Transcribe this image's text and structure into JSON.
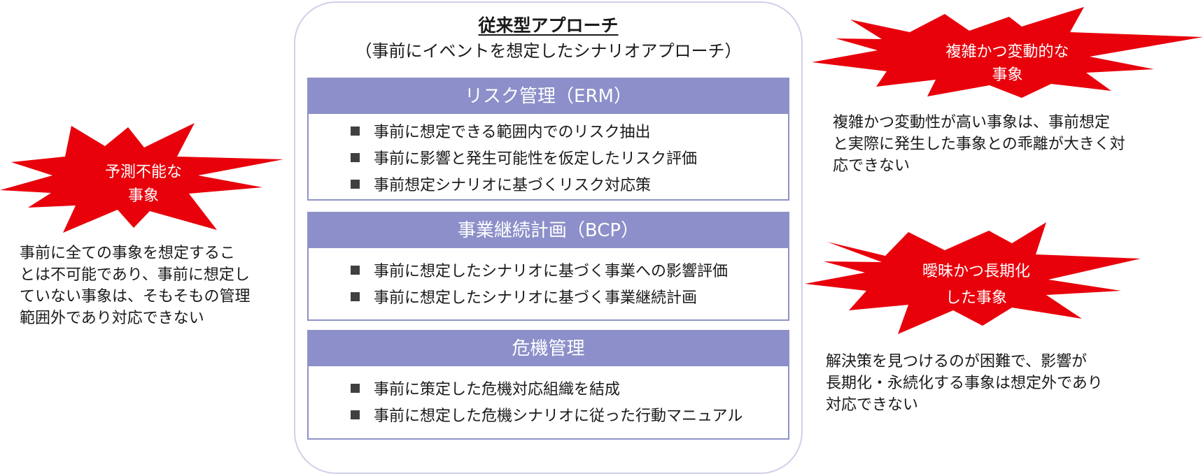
{
  "center": {
    "title": "従来型アプローチ",
    "subtitle": "（事前にイベントを想定したシナリオアプローチ）",
    "sections": [
      {
        "header": "リスク管理（ERM）",
        "items": [
          "事前に想定できる範囲内でのリスク抽出",
          "事前に影響と発生可能性を仮定したリスク評価",
          "事前想定シナリオに基づくリスク対応策"
        ]
      },
      {
        "header": "事業継続計画（BCP）",
        "items": [
          "事前に想定したシナリオに基づく事業への影響評価",
          "事前に想定したシナリオに基づく事業継続計画"
        ]
      },
      {
        "header": "危機管理",
        "items": [
          "事前に策定した危機対応組織を結成",
          "事前に想定した危機シナリオに従った行動マニュアル"
        ]
      }
    ]
  },
  "left": {
    "burst": [
      "予測不能な",
      "事象"
    ],
    "description": [
      "事前に全ての事象を想定するこ",
      "とは不可能であり、事前に想定し",
      "ていない事象は、そもそもの管理",
      "範囲外であり対応できない"
    ]
  },
  "right_top": {
    "burst": [
      "複雑かつ変動的な",
      "事象"
    ],
    "description": [
      "複雑かつ変動性が高い事象は、事前想定",
      "と実際に発生した事象との乖離が大きく対",
      "応できない"
    ]
  },
  "right_bottom": {
    "burst": [
      "曖昧かつ長期化",
      "した事象"
    ],
    "description": [
      "解決策を見つけるのが困難で、影響が",
      "長期化・永続化する事象は想定外であり",
      "対応できない"
    ]
  },
  "colors": {
    "burst_fill": "#e8000b",
    "section_header": "#8c8fc9",
    "section_border": "#8f92c6",
    "frame_border": "#cfd0ea",
    "bullet": "#404040"
  }
}
